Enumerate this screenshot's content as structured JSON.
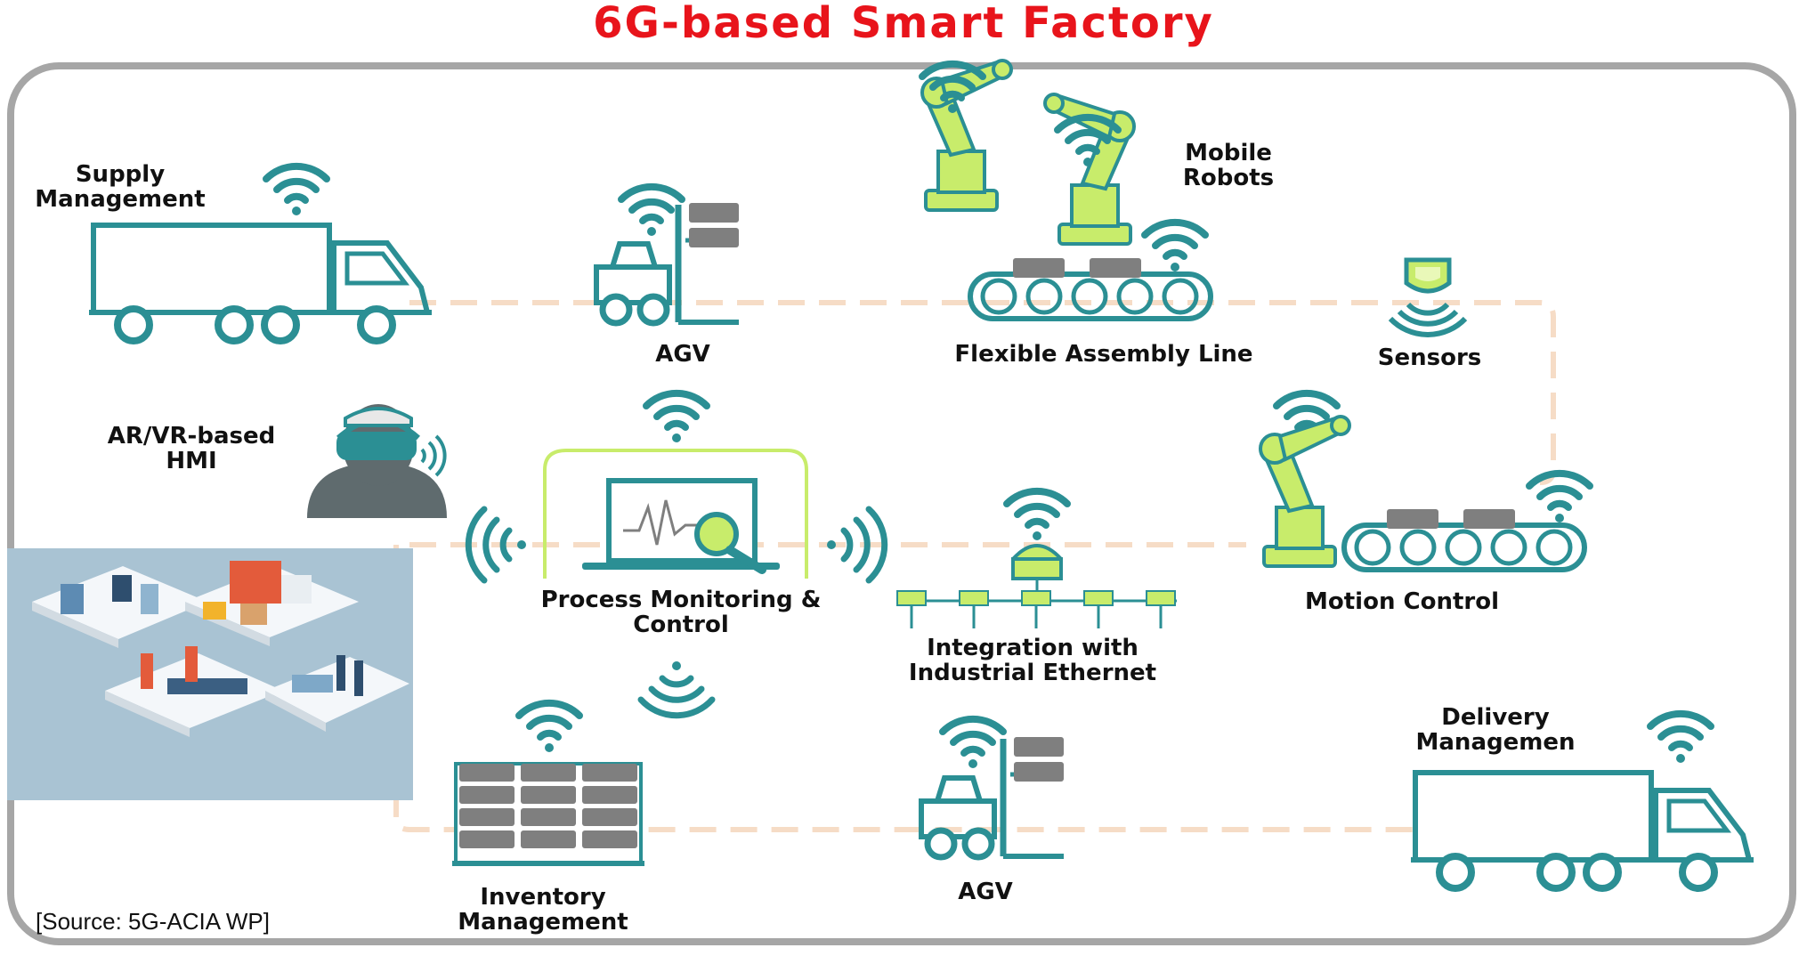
{
  "title": "6G-based Smart Factory",
  "source": "[Source: 5G-ACIA WP]",
  "nodes": {
    "supply": {
      "line1": "Supply",
      "line2": "Management"
    },
    "agv_top": {
      "label": "AGV"
    },
    "mobile_robots": {
      "line1": "Mobile",
      "line2": "Robots"
    },
    "assembly": {
      "label": "Flexible Assembly Line"
    },
    "sensors": {
      "label": "Sensors"
    },
    "arvr": {
      "line1": "AR/VR-based",
      "line2": "HMI"
    },
    "process": {
      "line1": "Process Monitoring &",
      "line2": "Control"
    },
    "ethernet": {
      "line1": "Integration with",
      "line2": "Industrial Ethernet"
    },
    "motion": {
      "label": "Motion Control"
    },
    "delivery": {
      "line1": "Delivery",
      "line2": "Managemen"
    },
    "inventory": {
      "line1": "Inventory",
      "line2": "Management"
    },
    "agv_bottom": {
      "label": "AGV"
    }
  },
  "colors": {
    "title": "#e8141b",
    "teal": "#2b8f94",
    "lime": "#c8ec6b",
    "gray_box": "#7f7f7f",
    "dash": "#f6dcc6",
    "frame": "#a6a6a6",
    "inset_bg": "#a9c3d3"
  }
}
